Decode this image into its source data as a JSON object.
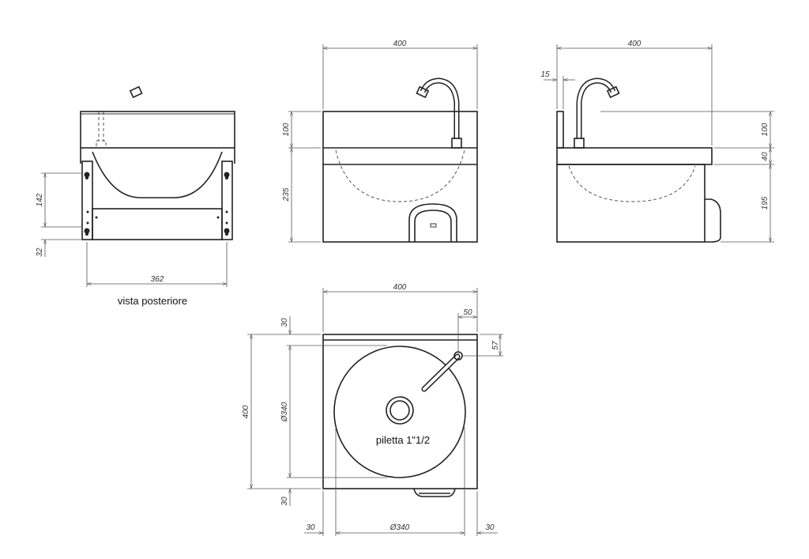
{
  "rear_view": {
    "caption": "vista posteriore",
    "dim_hole_spacing": "142",
    "dim_hole_bottom": "32",
    "dim_width": "362"
  },
  "front_view": {
    "dim_width": "400",
    "dim_top_height": "100",
    "dim_body_height": "235"
  },
  "side_view": {
    "dim_width": "400",
    "dim_splash": "15",
    "dim_top_height": "100",
    "dim_rim": "40",
    "dim_body_height": "195"
  },
  "top_view": {
    "dim_width": "400",
    "dim_faucet_x": "50",
    "dim_faucet_y": "57",
    "dim_depth": "400",
    "dim_bowl_v": "Ø340",
    "dim_margin_top": "30",
    "dim_margin_bottom": "30",
    "dim_margin_left": "30",
    "dim_bowl_h": "Ø340",
    "dim_margin_right": "30",
    "drain_label": "piletta 1\"1/2"
  }
}
